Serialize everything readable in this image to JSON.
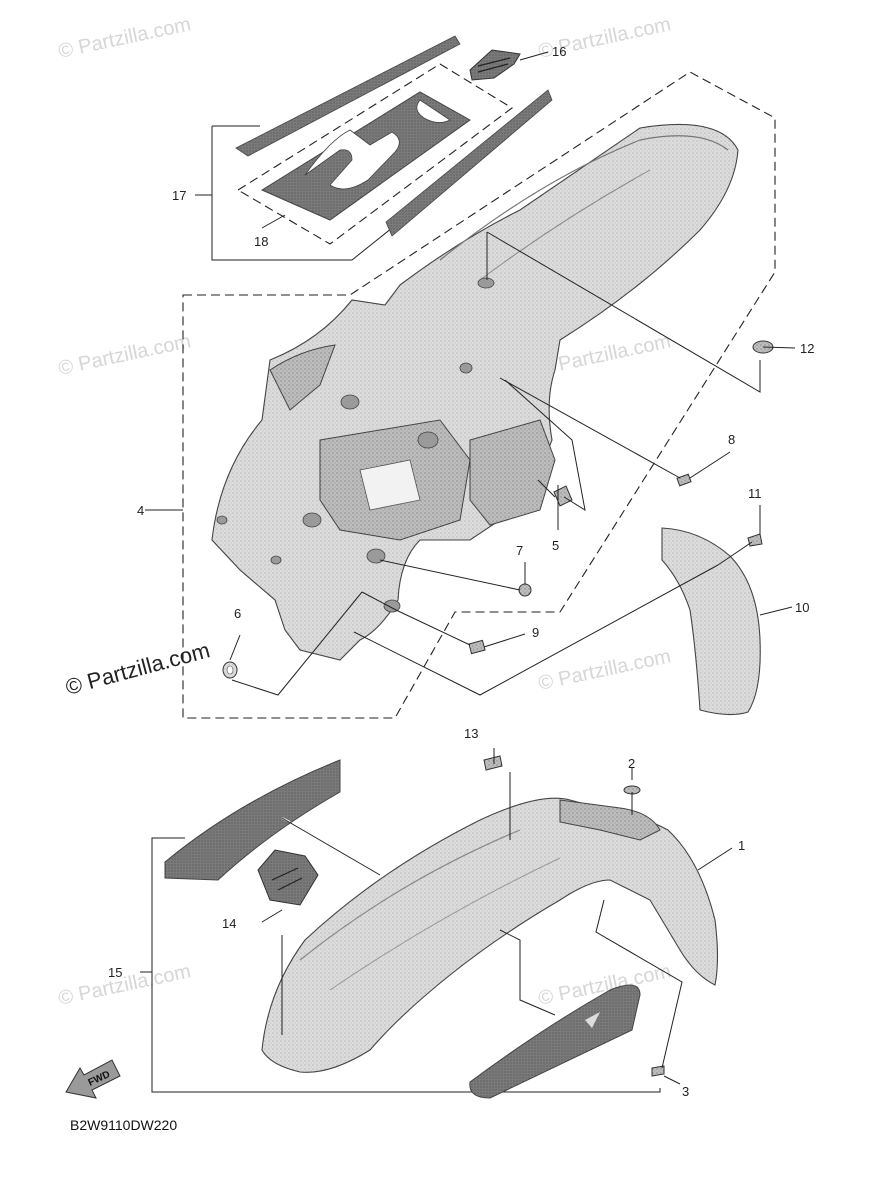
{
  "diagram": {
    "code": "B2W9110DW220",
    "fwd_label": "FWD",
    "watermark": "© Partzilla.com",
    "watermark_main": "© Partzilla.com",
    "callouts": {
      "c1": "1",
      "c2": "2",
      "c3": "3",
      "c4": "4",
      "c5": "5",
      "c6": "6",
      "c7": "7",
      "c8": "8",
      "c9": "9",
      "c10": "10",
      "c11": "11",
      "c12": "12",
      "c13": "13",
      "c14": "14",
      "c15": "15",
      "c16": "16",
      "c17": "17",
      "c18": "18"
    },
    "colors": {
      "part_fill": "#d9d9d9",
      "decal_dark": "#6b6b6b",
      "line": "#222222"
    }
  }
}
